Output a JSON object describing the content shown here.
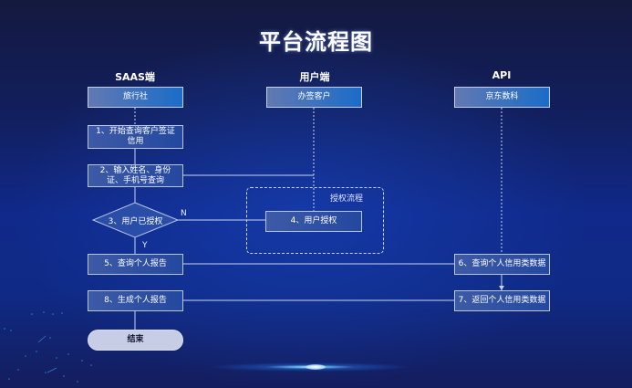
{
  "title": "平台流程图",
  "columns": [
    {
      "header": "SAAS端",
      "actor": "旅行社"
    },
    {
      "header": "用户端",
      "actor": "办签客户"
    },
    {
      "header": "API",
      "actor": "京东数科"
    }
  ],
  "steps": {
    "step1": "1、开始查询客户签证信用",
    "step2": "2、输入姓名、身份证、手机号查询",
    "step3": "3、用户已授权",
    "step4": "4、用户授权",
    "step5": "5、查询个人报告",
    "step6": "6、查询个人信用类数据",
    "step7": "7、返回个人信用类数据",
    "step8": "8、生成个人报告",
    "end": "结束"
  },
  "group": {
    "label": "授权流程"
  },
  "edge_labels": {
    "no": "N",
    "yes": "Y"
  },
  "colors": {
    "background_top": "#14193f",
    "background_mid": "#10298a",
    "box_fill": "#2448a0",
    "box_border": "#b8c4e8",
    "end_fill": "#c6cde4",
    "line": "#c9d3f2"
  }
}
